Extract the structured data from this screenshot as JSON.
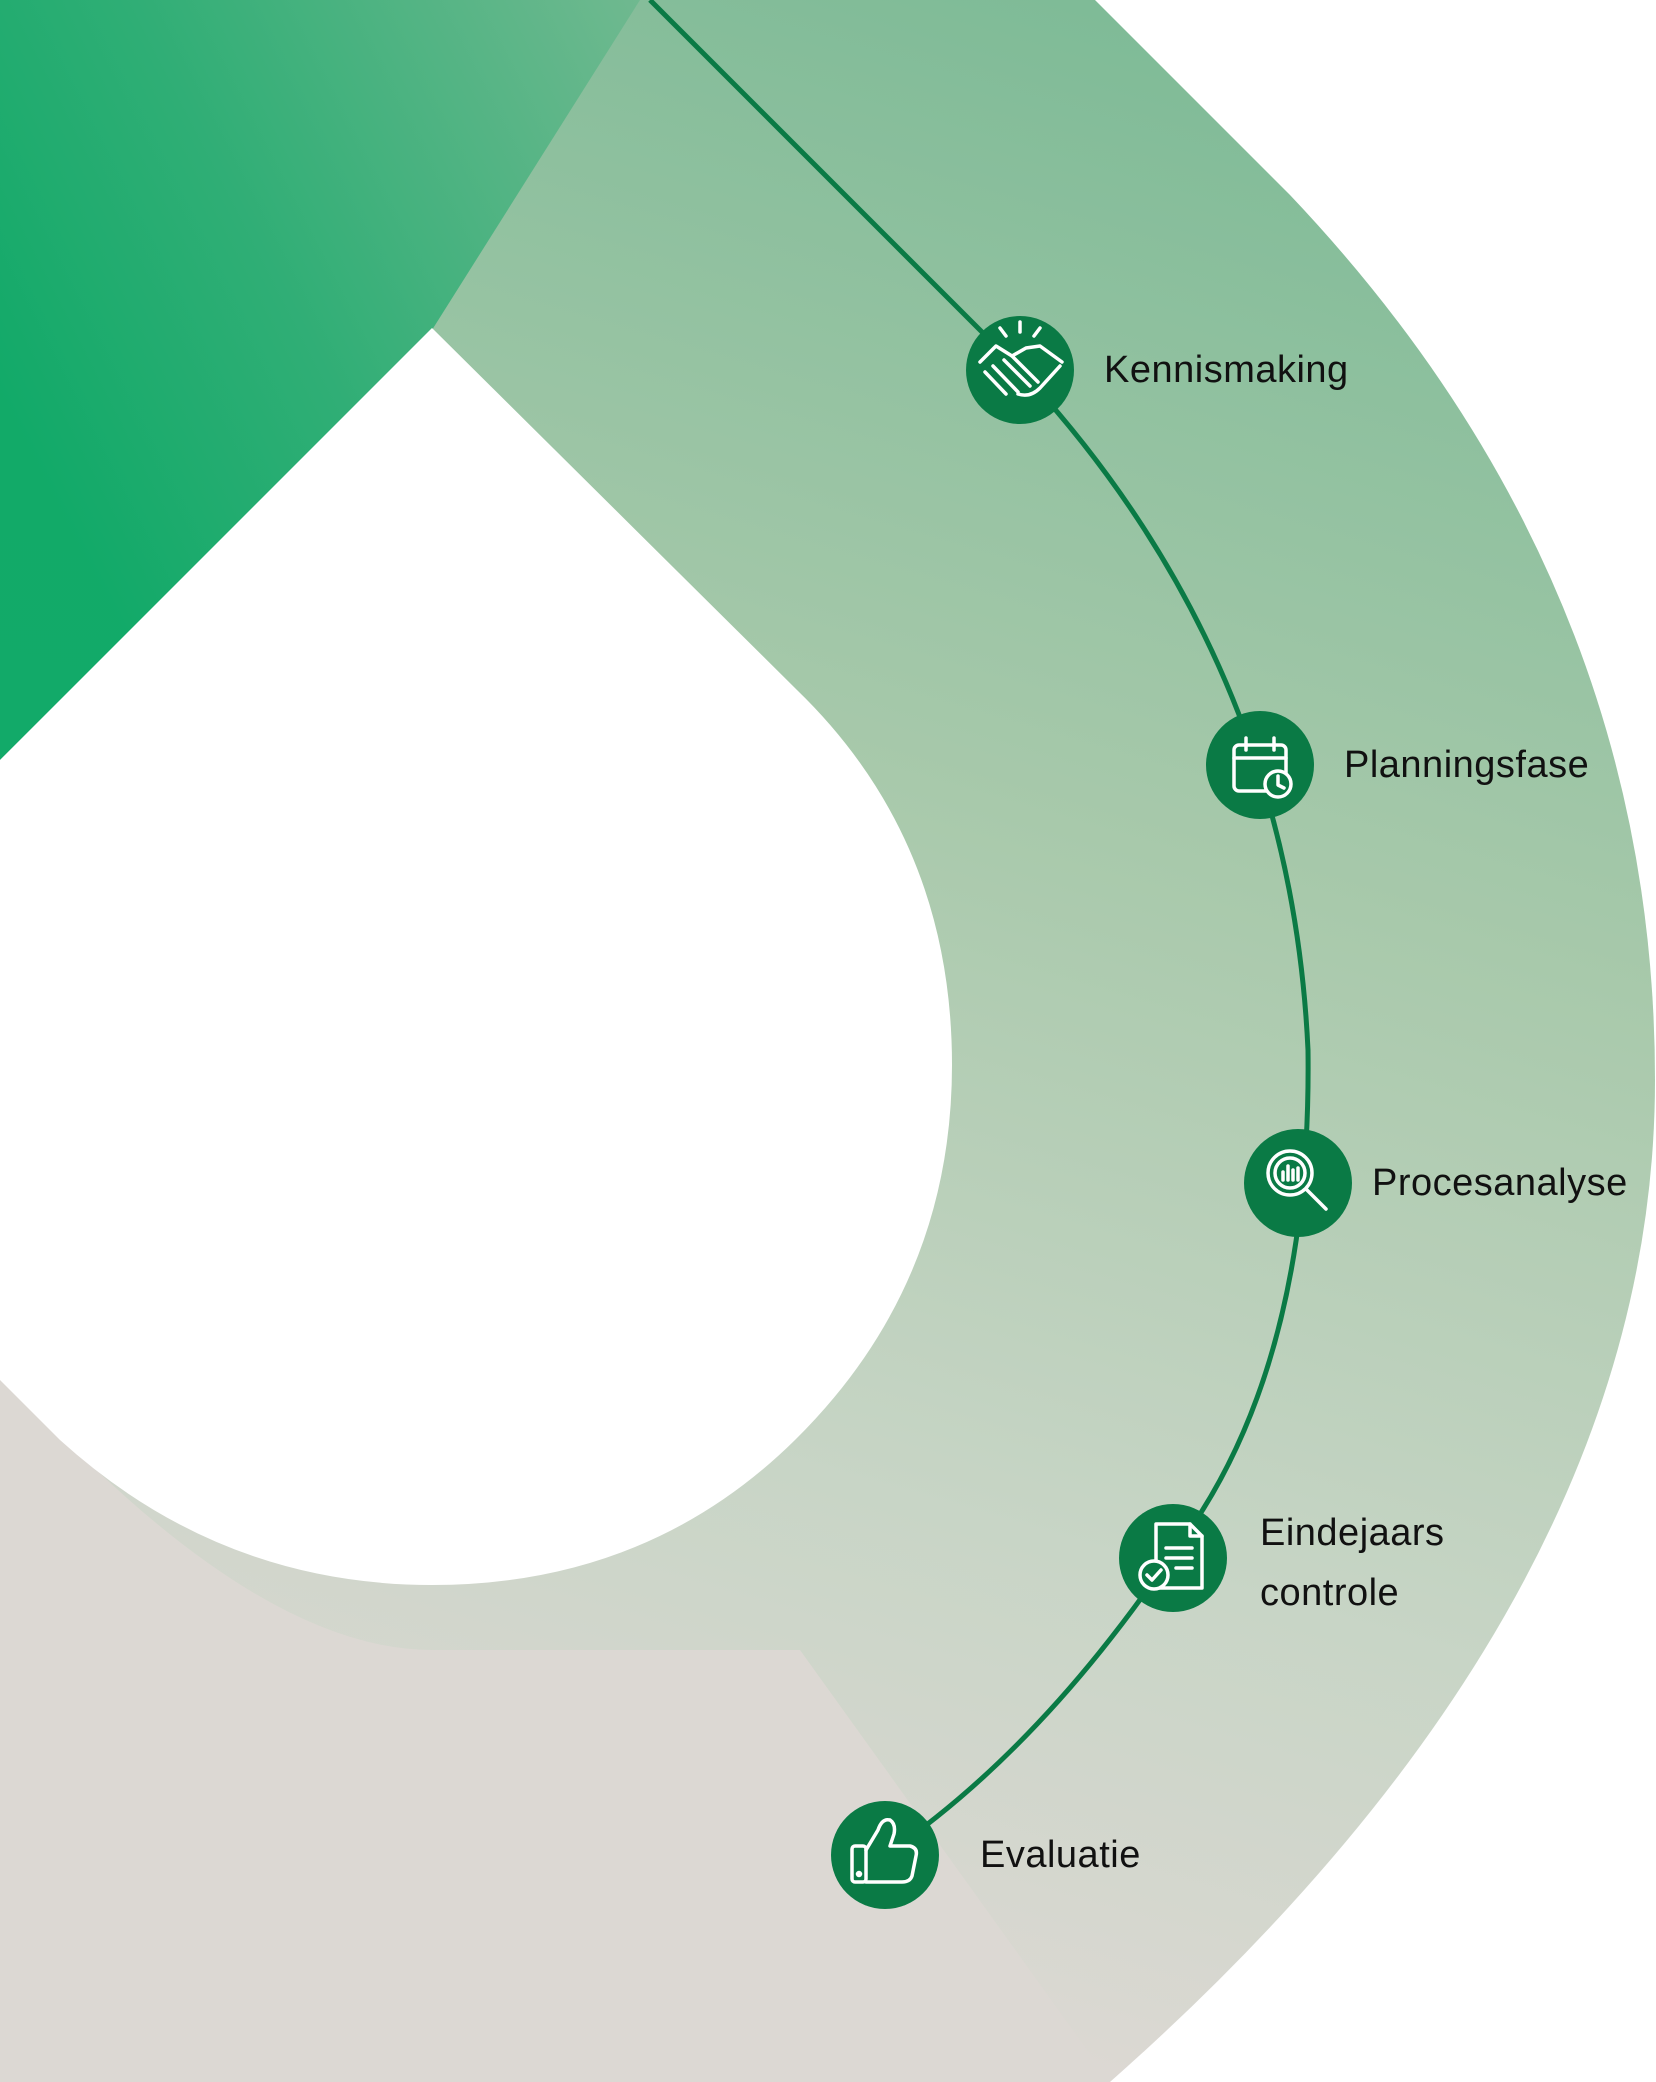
{
  "colors": {
    "accent": "#0a7a45",
    "brand_bright": "#0aa865",
    "band_light": "#b8cfb9",
    "band_grey": "#dcd8d3",
    "label": "#111111",
    "icon_stroke": "#ffffff",
    "background": "#ffffff"
  },
  "steps": [
    {
      "label": "Kennismaking",
      "icon": "handshake-icon"
    },
    {
      "label": "Planningsfase",
      "icon": "calendar-clock-icon"
    },
    {
      "label": "Procesanalyse",
      "icon": "magnifier-chart-icon"
    },
    {
      "label_line1": "Eindejaars",
      "label_line2": "controle",
      "icon": "document-check-icon"
    },
    {
      "label": "Evaluatie",
      "icon": "thumbs-up-icon"
    }
  ]
}
